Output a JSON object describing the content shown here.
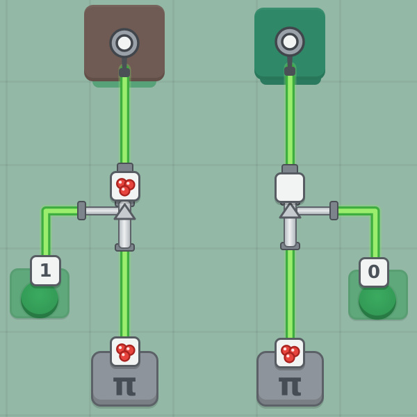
{
  "palette": {
    "background": "#93b8a6",
    "grid_line": "rgba(0,0,0,0.05)",
    "wire_green": "#3fae41",
    "wire_core": "#9bed6e",
    "lamp_tile_left": "#6f5b53",
    "lamp_tile_right": "#2f8868",
    "chip_face": "#f2f4f4",
    "metal_gray": "#7e848b",
    "cherry_red": "#e8443e",
    "button_green": "#2fa258",
    "pad_green": "#5fa87b",
    "source_gray": "#8e949b"
  },
  "left_circuit": {
    "lamp": {
      "icon": "lamp-icon",
      "tile_color": "#6f5b53"
    },
    "filter": {
      "icon": "cherries-icon"
    },
    "valve": {
      "icon": "arrow-up-triangle-icon"
    },
    "input_button": {
      "label": "1"
    },
    "source": {
      "label": "π",
      "icon": "cherries-icon"
    }
  },
  "right_circuit": {
    "lamp": {
      "icon": "lamp-icon",
      "tile_color": "#2f8868"
    },
    "filter": {
      "icon": "none"
    },
    "valve": {
      "icon": "arrow-up-triangle-icon"
    },
    "input_button": {
      "label": "0"
    },
    "source": {
      "label": "π",
      "icon": "cherries-icon"
    }
  }
}
